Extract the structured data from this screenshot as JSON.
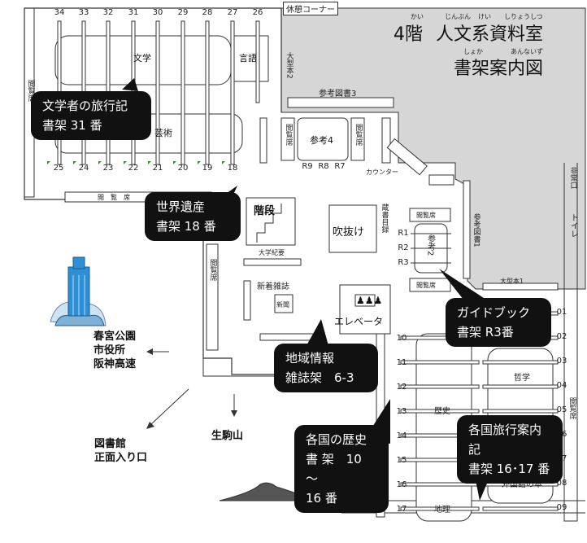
{
  "title": {
    "floor": "4階",
    "room": "人文系資料室",
    "guide": "書架案内図",
    "ruby_kai": "かい",
    "ruby_jinbun": "じんぶん",
    "ruby_kei": "けい",
    "ruby_shiryoshitsu": "しりょうしつ",
    "ruby_shoka": "しょか",
    "ruby_annaizu": "あんないず"
  },
  "top_shelves": [
    "34",
    "33",
    "32",
    "31",
    "30",
    "29",
    "28",
    "27",
    "26"
  ],
  "bottom_shelves": [
    "25",
    "24",
    "23",
    "22",
    "21",
    "20",
    "19",
    "18"
  ],
  "right_shelves_left": [
    "10",
    "11",
    "12",
    "13",
    "14",
    "15",
    "16",
    "17"
  ],
  "right_shelves_right": [
    "01",
    "02",
    "03",
    "04",
    "05",
    "06",
    "07",
    "08",
    "09"
  ],
  "reference_rows": [
    "R1",
    "R2",
    "R3"
  ],
  "reference_cols": [
    "R9",
    "R8",
    "R7"
  ],
  "labels": {
    "rest_corner": "休憩コーナー",
    "literature": "文学",
    "language": "言語",
    "art": "芸術",
    "large_book_2": "大型本2",
    "reference_3": "参考図書3",
    "reference_4": "参考4",
    "reading_seat": "閲覧席",
    "counter": "カウンター",
    "reading_seat_h": "閲　覧　席",
    "stairs": "階段",
    "university_bulletin": "大学紀要",
    "atrium": "吹抜け",
    "holdings_catalog": "蔵書目録",
    "reference_2": "参考2",
    "reference_books_1": "参考図書1",
    "large_book_1": "大型本1",
    "emergency_exit": "非常口",
    "toilet": "トイレ",
    "new_magazines": "新着雑誌",
    "newspaper": "新聞",
    "elevator": "エレベータ",
    "history": "歴史",
    "philosophy": "哲学",
    "geography": "地理",
    "foreign_language": "外国語の本",
    "reading_seat_v": "閲覧席",
    "direction_park": "春宮公園",
    "direction_cityhall": "市役所",
    "direction_highway": "阪神高速",
    "library_entrance_1": "図書館",
    "library_entrance_2": "正面入り口",
    "ikoma": "生駒山"
  },
  "callouts": {
    "literary_travel": [
      "文学者の旅行記",
      "書架 31 番"
    ],
    "world_heritage": [
      "世界遺産",
      "書架 18 番"
    ],
    "guidebook": [
      "ガイドブック",
      "書架 R3番"
    ],
    "regional_info": [
      "地域情報",
      "雑誌架　6-3"
    ],
    "national_history": [
      "各国の歴史",
      "書 架　10 ～",
      "16 番"
    ],
    "travel_guides": [
      "各国旅行案内記",
      "書架 16･17 番"
    ]
  }
}
